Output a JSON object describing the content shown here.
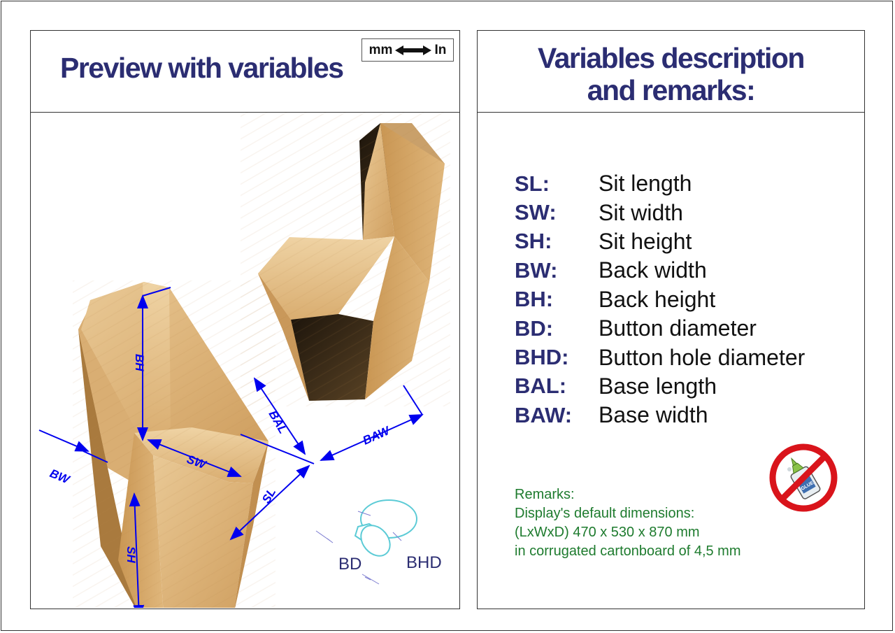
{
  "left_panel": {
    "title": "Preview with variables",
    "unit_toggle": {
      "left": "mm",
      "right": "In"
    }
  },
  "diagram_labels": {
    "bh": "BH",
    "sw": "SW",
    "bw": "BW",
    "sl": "SL",
    "sh": "SH",
    "bal": "BAL",
    "baw": "BAW",
    "bd": "BD",
    "bhd": "BHD"
  },
  "right_panel": {
    "title_line1": "Variables description",
    "title_line2": "and remarks:",
    "variables": [
      {
        "code": "SL:",
        "desc": "Sit length"
      },
      {
        "code": "SW:",
        "desc": "Sit width"
      },
      {
        "code": "SH:",
        "desc": "Sit height"
      },
      {
        "code": "BW:",
        "desc": "Back width"
      },
      {
        "code": "BH:",
        "desc": "Back height"
      },
      {
        "code": "BD:",
        "desc": "Button diameter"
      },
      {
        "code": "BHD:",
        "desc": "Button hole diameter"
      },
      {
        "code": "BAL:",
        "desc": "Base length"
      },
      {
        "code": "BAW:",
        "desc": "Base width"
      }
    ],
    "remarks": [
      "Remarks:",
      "Display's default dimensions:",
      "(LxWxD) 470 x 530 x 870 mm",
      "in corrugated cartonboard of 4,5 mm"
    ],
    "glue_label": "GLUE"
  },
  "colors": {
    "title": "#2b2d72",
    "dimension_line": "#0000ee",
    "remarks": "#1e7b2e",
    "no_glue_red": "#d9141b",
    "wood_light": "#e6c28c",
    "wood_mid": "#d2a467",
    "wood_dark": "#b48447",
    "interior": "#3a2a18"
  },
  "icons": [
    "double-arrow-icon",
    "no-glue-icon",
    "button-fastener-icon"
  ]
}
